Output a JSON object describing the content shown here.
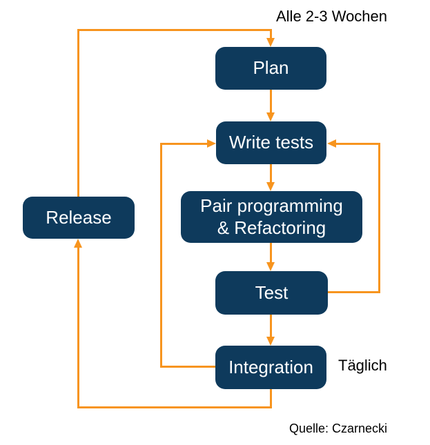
{
  "notes": {
    "cycle": "Alle 2-3 Wochen",
    "daily": "Täglich",
    "source": "Quelle: Czarnecki"
  },
  "boxes": {
    "plan": "Plan",
    "write_tests": "Write tests",
    "pair": "Pair programming\n& Refactoring",
    "test": "Test",
    "integration": "Integration",
    "release": "Release"
  },
  "edges": [
    {
      "from": "release",
      "to": "plan",
      "label": "Alle 2-3 Wochen"
    },
    {
      "from": "plan",
      "to": "write_tests",
      "label": ""
    },
    {
      "from": "write_tests",
      "to": "pair",
      "label": ""
    },
    {
      "from": "pair",
      "to": "test",
      "label": ""
    },
    {
      "from": "test",
      "to": "write_tests",
      "label": ""
    },
    {
      "from": "test",
      "to": "integration",
      "label": ""
    },
    {
      "from": "integration",
      "to": "write_tests",
      "label": "Täglich"
    },
    {
      "from": "integration",
      "to": "release",
      "label": ""
    }
  ],
  "colors": {
    "box_fill": "#0E3A5C",
    "box_text": "#FFFFFF",
    "arrow": "#F7941E",
    "note_text": "#000000",
    "background": "#FFFFFF"
  }
}
